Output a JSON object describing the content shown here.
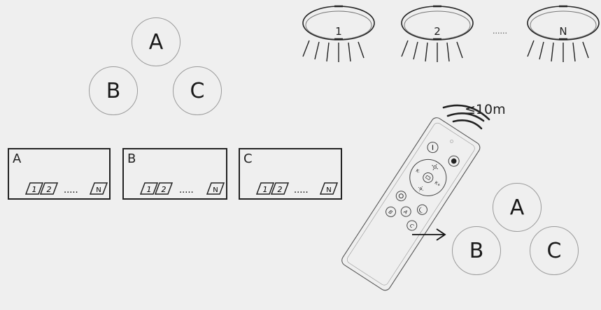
{
  "group_circles": {
    "top_left": {
      "a": "A",
      "b": "B",
      "c": "C"
    },
    "bottom_right": {
      "a": "A",
      "b": "B",
      "c": "C"
    }
  },
  "lamps": [
    {
      "label": "1"
    },
    {
      "label": "2"
    },
    {
      "label": "N"
    }
  ],
  "lamp_ellipsis": "......",
  "range_label": "≤10m",
  "groups": [
    {
      "letter": "A",
      "items": [
        "1",
        "2",
        "N"
      ],
      "dots": "....."
    },
    {
      "letter": "B",
      "items": [
        "1",
        "2",
        "N"
      ],
      "dots": "....."
    },
    {
      "letter": "C",
      "items": [
        "1",
        "2",
        "N"
      ],
      "dots": "....."
    }
  ],
  "remote": {
    "group_buttons": [
      "B",
      "A",
      "C"
    ],
    "k_minus": "K-",
    "k_plus": "K+"
  }
}
